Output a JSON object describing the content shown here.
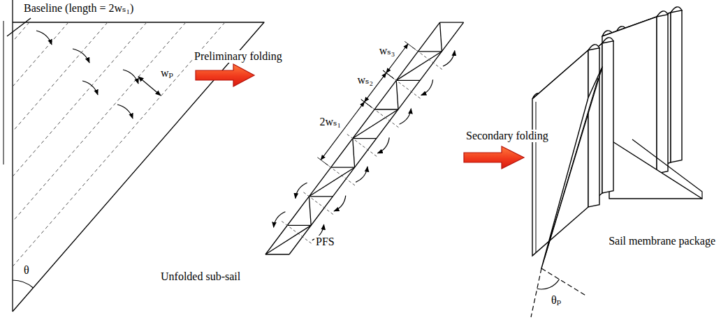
{
  "diagram": {
    "labels": [
      "Baseline (length = 2wₛ₁)",
      "wₚ",
      "θ",
      "Unfolded sub-sail",
      "Preliminary folding",
      "2wₛ₁",
      "wₛ₂",
      "wₛ₃",
      "PFS",
      "Secondary folding",
      "Sail membrane package",
      "θₚ"
    ]
  }
}
